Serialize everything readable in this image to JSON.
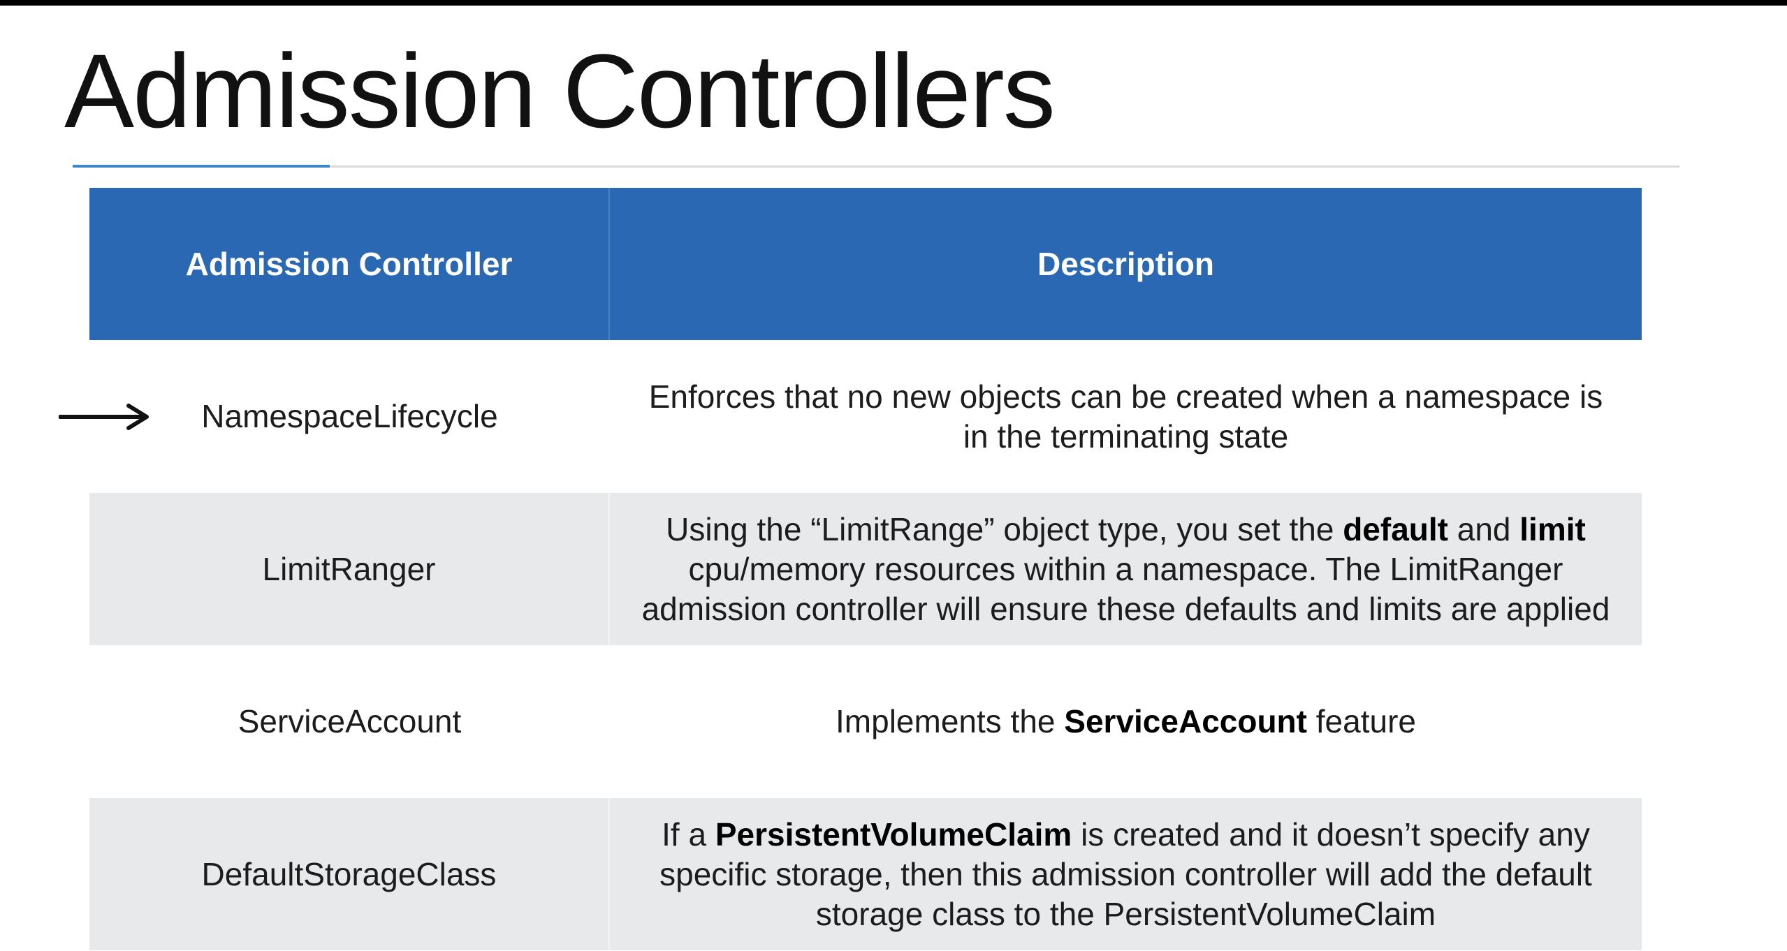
{
  "slide": {
    "title": "Admission Controllers",
    "columns": [
      "Admission Controller",
      "Description"
    ],
    "accent_color": "#2a68b4",
    "rows": [
      {
        "name": "NamespaceLifecycle",
        "pointer_icon": "right-arrow-icon",
        "description": "Enforces that no new objects can be created when a namespace is in the terminating state",
        "lines": [
          [
            {
              "t": "Enforces that no new objects can be created when a namespace is",
              "b": false
            }
          ],
          [
            {
              "t": "in the terminating state",
              "b": false
            }
          ]
        ]
      },
      {
        "name": "LimitRanger",
        "description": "Using the “LimitRange” object type, you set the default and limit cpu/memory resources within a namespace. The LimitRanger admission controller will ensure these defaults and limits are applied",
        "lines": [
          [
            {
              "t": "Using the “LimitRange” object type, you set the ",
              "b": false
            },
            {
              "t": "default",
              "b": true
            },
            {
              "t": " and ",
              "b": false
            },
            {
              "t": "limit",
              "b": true
            }
          ],
          [
            {
              "t": "cpu/memory resources within a namespace. The LimitRanger",
              "b": false
            }
          ],
          [
            {
              "t": "admission controller will ensure these defaults and limits are applied",
              "b": false
            }
          ]
        ]
      },
      {
        "name": "ServiceAccount",
        "description": "Implements the ServiceAccount feature",
        "lines": [
          [
            {
              "t": "Implements the ",
              "b": false
            },
            {
              "t": "ServiceAccount",
              "b": true
            },
            {
              "t": " feature",
              "b": false
            }
          ]
        ]
      },
      {
        "name": "DefaultStorageClass",
        "description": "If a PersistentVolumeClaim is created and it doesn’t specify any specific storage, then this admission controller will add the default storage class to the PersistentVolumeClaim",
        "lines": [
          [
            {
              "t": "If a ",
              "b": false
            },
            {
              "t": "PersistentVolumeClaim",
              "b": true
            },
            {
              "t": " is created and it doesn’t specify any",
              "b": false
            }
          ],
          [
            {
              "t": "specific storage, then this admission controller will add the default",
              "b": false
            }
          ],
          [
            {
              "t": "storage class to the PersistentVolumeClaim",
              "b": false
            }
          ]
        ]
      }
    ]
  }
}
